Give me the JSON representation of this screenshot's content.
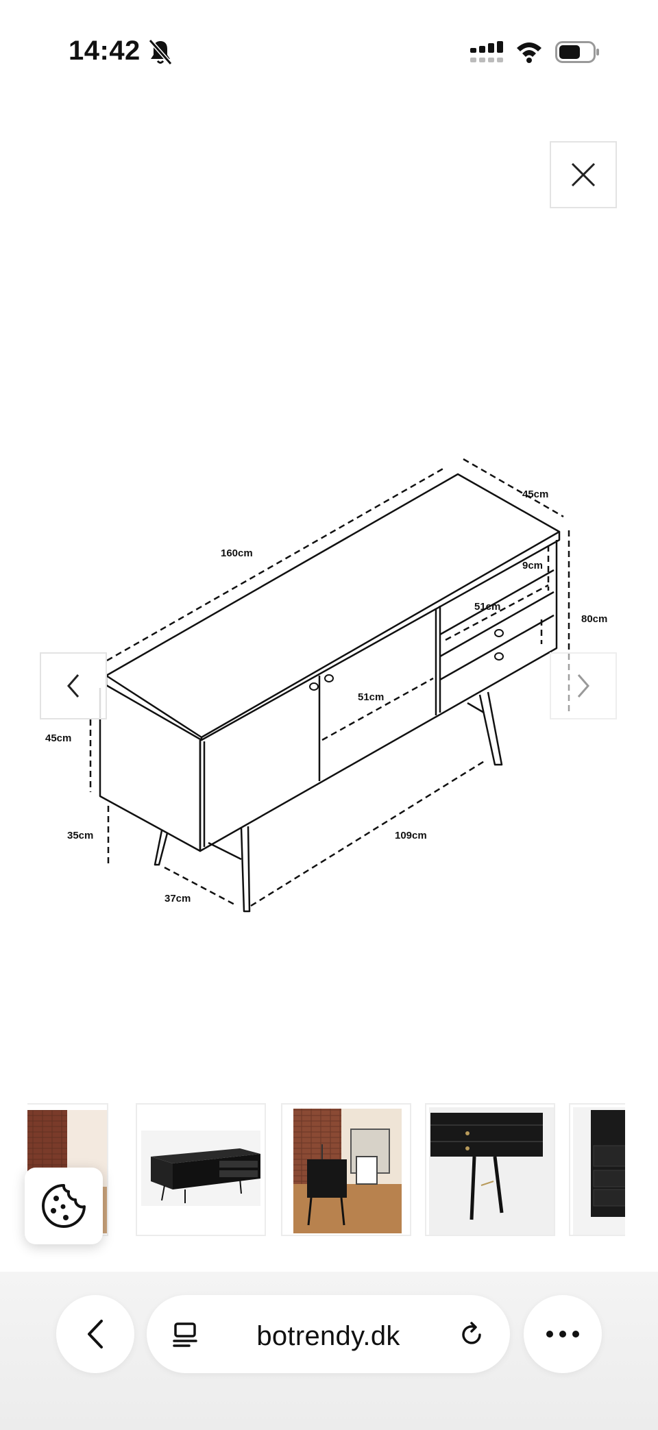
{
  "status_bar": {
    "time": "14:42",
    "icons": [
      "bell-slash-icon",
      "signal-icon",
      "wifi-icon",
      "battery-icon"
    ]
  },
  "gallery": {
    "close_icon": "close-icon",
    "prev_icon": "chevron-left-icon",
    "next_icon": "chevron-right-icon",
    "diagram_labels": {
      "total_width": "160cm",
      "depth": "45cm",
      "shelf_height": "9cm",
      "drawer_width": "51cm",
      "total_height": "80cm",
      "door_width": "51cm",
      "body_height": "45cm",
      "leg_height": "35cm",
      "leg_span": "109cm",
      "leg_depth": "37cm"
    },
    "thumbnails": [
      "room-photo-thumbnail",
      "sideboard-black-thumbnail",
      "nightstand-room-thumbnail",
      "nightstand-closeup-thumbnail",
      "sideboard-detail-thumbnail"
    ]
  },
  "cookie_icon": "cookie-icon",
  "browser": {
    "url": "botrendy.dk",
    "back_icon": "chevron-left-icon",
    "reader_icon": "reader-icon",
    "reload_icon": "reload-icon",
    "more_icon": "ellipsis-icon"
  },
  "colors": {
    "background": "#ffffff",
    "toolbar": "#f0f0f0",
    "furniture_black": "#1a1a1a"
  }
}
